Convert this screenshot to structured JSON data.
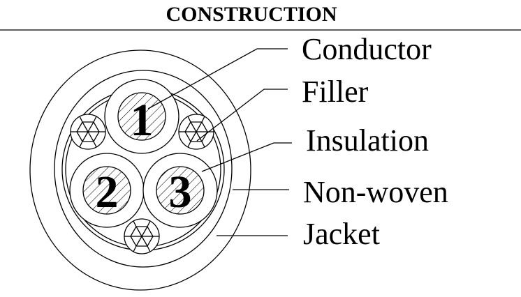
{
  "title": "CONSTRUCTION",
  "cores": [
    {
      "number": "1"
    },
    {
      "number": "2"
    },
    {
      "number": "3"
    }
  ],
  "callouts": [
    {
      "label": "Conductor"
    },
    {
      "label": "Filler"
    },
    {
      "label": "Insulation"
    },
    {
      "label": "Non-woven"
    },
    {
      "label": "Jacket"
    }
  ],
  "colors": {
    "line": "#000000",
    "background": "#ffffff"
  }
}
